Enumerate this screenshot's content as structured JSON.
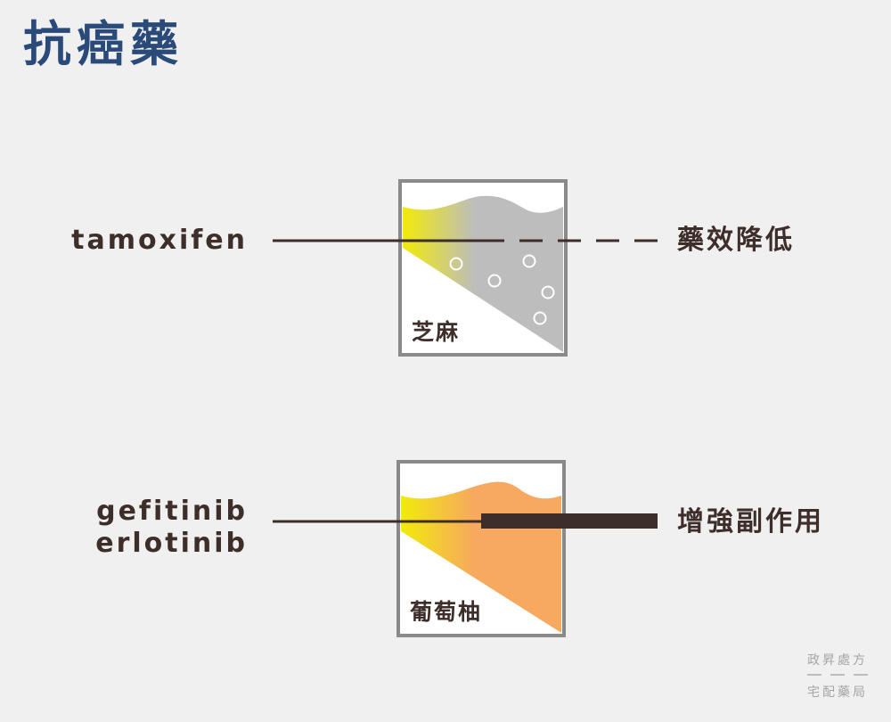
{
  "title": "抗癌藥",
  "interactions": [
    {
      "drugs": [
        "tamoxifen"
      ],
      "food": "芝麻",
      "effect": "藥效降低",
      "colors": {
        "fill": "#bdbdbd",
        "highlight": "#f2ea0a",
        "line": "#3d2e2a"
      }
    },
    {
      "drugs": [
        "gefitinib",
        "erlotinib"
      ],
      "food": "葡萄柚",
      "effect": "增強副作用",
      "colors": {
        "fill": "#f7a95f",
        "highlight": "#f2ea0a",
        "line": "#3d2e2a"
      }
    }
  ],
  "logo": {
    "top_line": "政昇處方",
    "bottom_line": "宅配藥局",
    "icon": "logo-mark"
  },
  "colors": {
    "background": "#f0f0f0",
    "title": "#2a4a7a",
    "text": "#3d2e2a",
    "box_border": "#8a8a8a"
  }
}
